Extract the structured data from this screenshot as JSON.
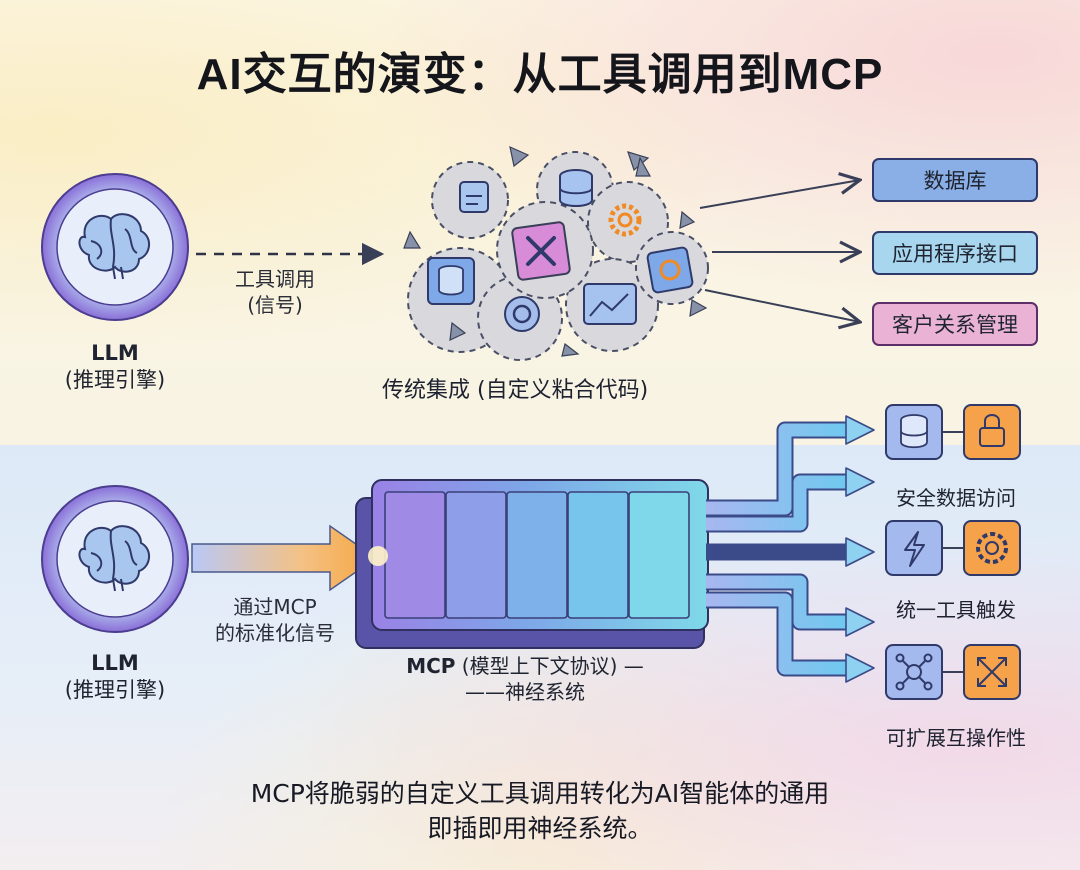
{
  "title": "AI交互的演变：从工具调用到MCP",
  "top": {
    "llm_name": "LLM",
    "llm_sub": "(推理引擎)",
    "arrow_label_1": "工具调用",
    "arrow_label_2": "(信号)",
    "cluster_caption": "传统集成 (自定义粘合代码)",
    "targets": [
      {
        "label": "数据库",
        "color": "#8aaee6"
      },
      {
        "label": "应用程序接口",
        "color": "#a9d6ef"
      },
      {
        "label": "客户关系管理",
        "color": "#eab3d6"
      }
    ]
  },
  "bottom": {
    "llm_name": "LLM",
    "llm_sub": "(推理引擎)",
    "arrow_label_1": "通过MCP",
    "arrow_label_2": "的标准化信号",
    "mcp_caption_1_bold": "MCP",
    "mcp_caption_1_rest": " (模型上下文协议) —",
    "mcp_caption_2": "——神经系统",
    "capabilities": [
      {
        "label": "安全数据访问",
        "icon_left": "database-icon",
        "icon_right": "lock-icon"
      },
      {
        "label": "统一工具触发",
        "icon_left": "lightning-icon",
        "icon_right": "gear-icon"
      },
      {
        "label": "可扩展互操作性",
        "icon_left": "network-icon",
        "icon_right": "expand-icon"
      }
    ]
  },
  "footer_line_1": "MCP将脆弱的自定义工具调用转化为AI智能体的通用",
  "footer_line_2": "即插即用神经系统。",
  "colors": {
    "purple": "#7d5fd6",
    "blue": "#5e9be0",
    "orange": "#f3a23a",
    "teal": "#7fd6e6"
  }
}
